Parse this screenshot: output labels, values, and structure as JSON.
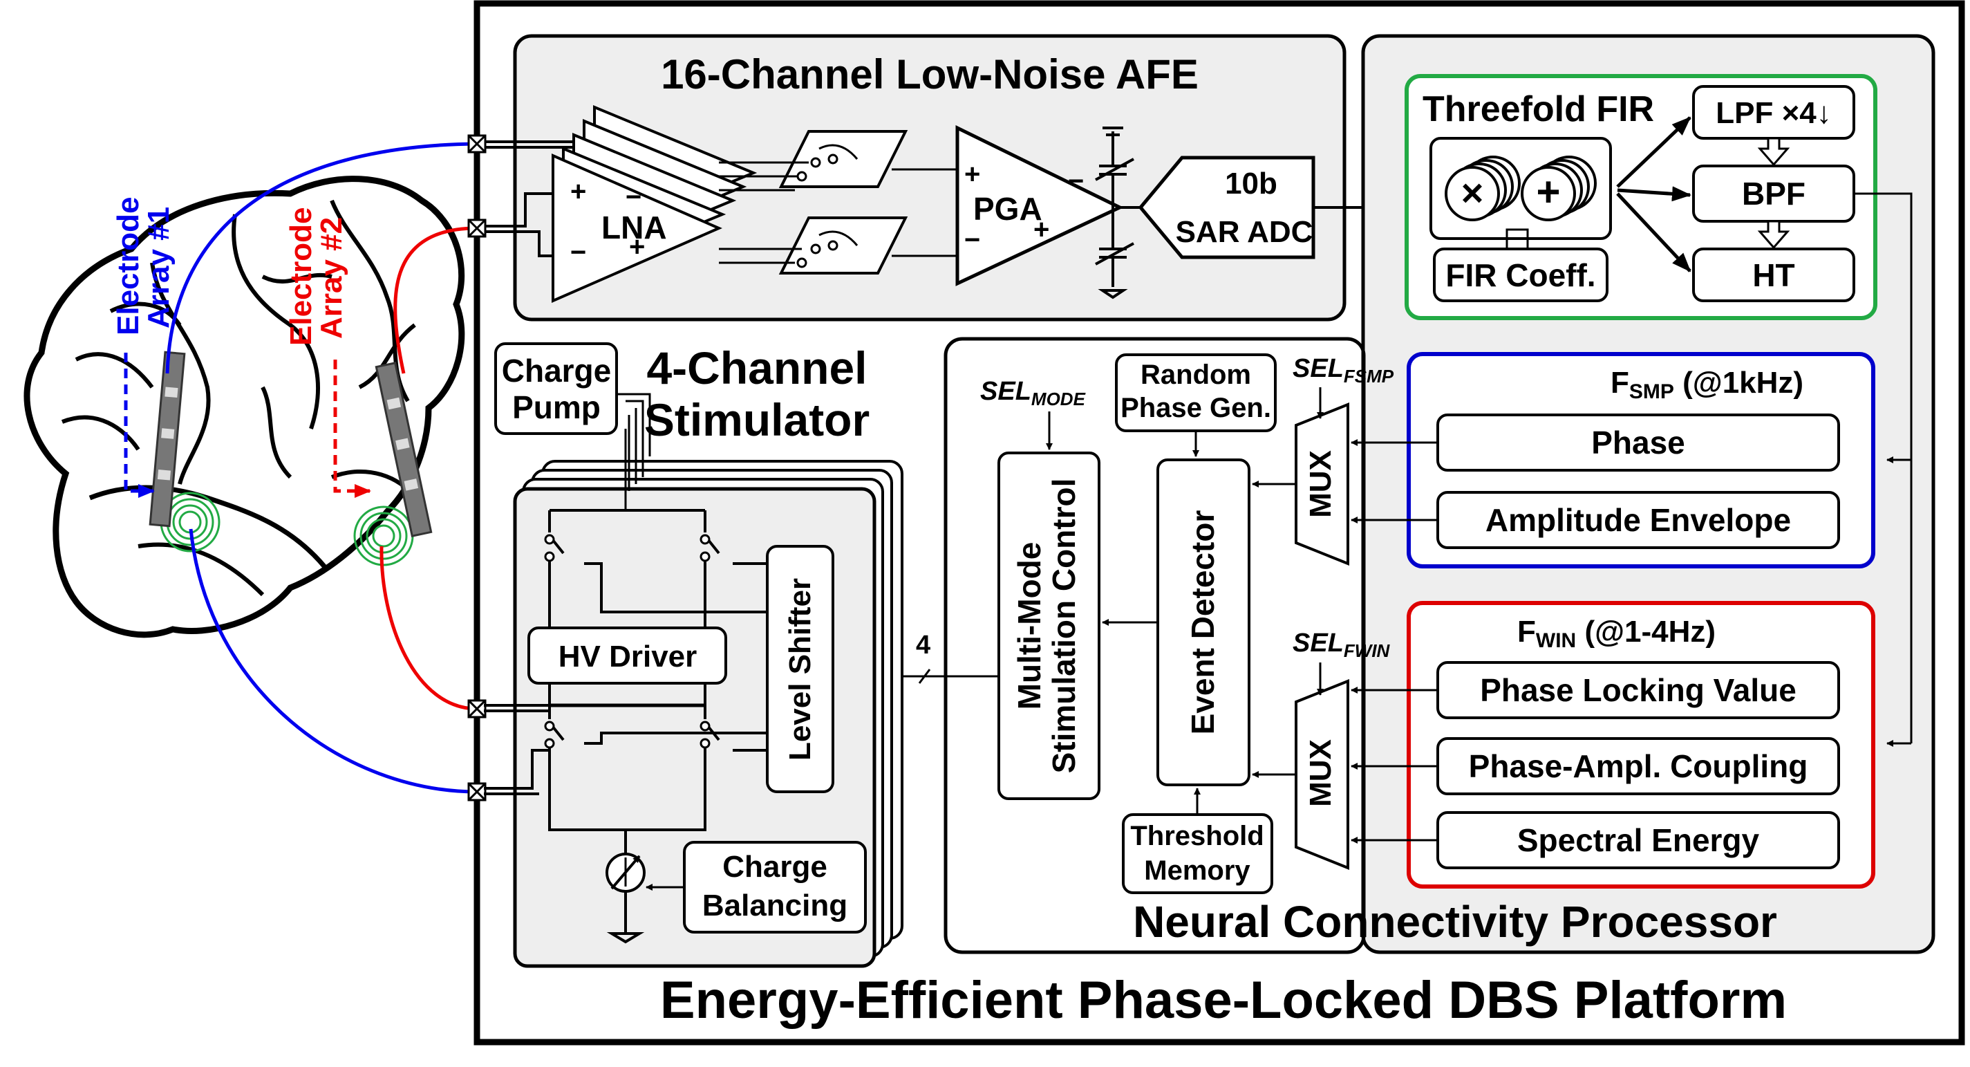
{
  "platform_title": "Energy-Efficient Phase-Locked DBS Platform",
  "electrodes": [
    {
      "line1": "Electrode",
      "line2": "Array #1",
      "color": "#0000ee"
    },
    {
      "line1": "Electrode",
      "line2": "Array #2",
      "color": "#ee0000"
    }
  ],
  "afe": {
    "title": "16-Channel Low-Noise AFE",
    "lna": "LNA",
    "pga": "PGA",
    "adc_line1": "10b",
    "adc_line2": "SAR ADC",
    "plus": "+",
    "minus": "−"
  },
  "fir": {
    "title": "Threefold FIR",
    "multiply": "×",
    "add": "+",
    "coeff": "FIR Coeff.",
    "lpf": "LPF ×4↓",
    "bpf": "BPF",
    "ht": "HT",
    "border_color": "#22aa44"
  },
  "stimulator": {
    "title_line1": "4-Channel",
    "title_line2": "Stimulator",
    "charge_pump_line1": "Charge",
    "charge_pump_line2": "Pump",
    "hv_driver": "HV Driver",
    "level_shifter": "Level Shifter",
    "charge_balancing_line1": "Charge",
    "charge_balancing_line2": "Balancing",
    "bus_width": "4"
  },
  "processor": {
    "title": "Neural Connectivity Processor",
    "random_phase_line1": "Random",
    "random_phase_line2": "Phase Gen.",
    "sel_mode": "SEL",
    "sel_mode_sub": "MODE",
    "sel_fsmp": "SEL",
    "sel_fsmp_sub": "FSMP",
    "sel_fwin": "SEL",
    "sel_fwin_sub": "FWIN",
    "mux": "MUX",
    "stim_control_line1": "Multi-Mode",
    "stim_control_line2": "Stimulation Control",
    "event_detector": "Event Detector",
    "threshold_line1": "Threshold",
    "threshold_line2": "Memory"
  },
  "fsmp": {
    "label": "F",
    "sub": "SMP",
    "rate": " (@1kHz)",
    "items": [
      "Phase",
      "Amplitude Envelope"
    ],
    "border_color": "#0000cc"
  },
  "fwin": {
    "label": "F",
    "sub": "WIN",
    "rate": " (@1-4Hz)",
    "items": [
      "Phase Locking Value",
      "Phase-Ampl. Coupling",
      "Spectral Energy"
    ],
    "border_color": "#dd0000"
  }
}
